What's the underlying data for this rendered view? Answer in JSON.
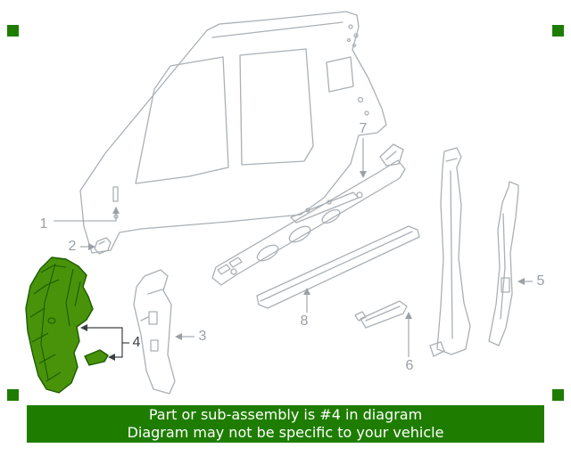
{
  "diagram": {
    "callouts": [
      {
        "number": "1"
      },
      {
        "number": "2"
      },
      {
        "number": "3"
      },
      {
        "number": "4"
      },
      {
        "number": "5"
      },
      {
        "number": "6"
      },
      {
        "number": "7"
      },
      {
        "number": "8"
      }
    ],
    "highlighted_callout": "4"
  },
  "banner": {
    "line1": "Part or sub-assembly is #4 in diagram",
    "line2": "Diagram may not be specific to your vehicle"
  },
  "colors": {
    "background": "#ffffff",
    "line_art": "#aab0b5",
    "callout_text": "#9aa0a6",
    "callout_text_highlight": "#3c4043",
    "highlight_fill": "#48930a",
    "highlight_stroke": "#1c5c00",
    "banner_bg": "#1e7d00",
    "banner_text": "#ffffff"
  }
}
